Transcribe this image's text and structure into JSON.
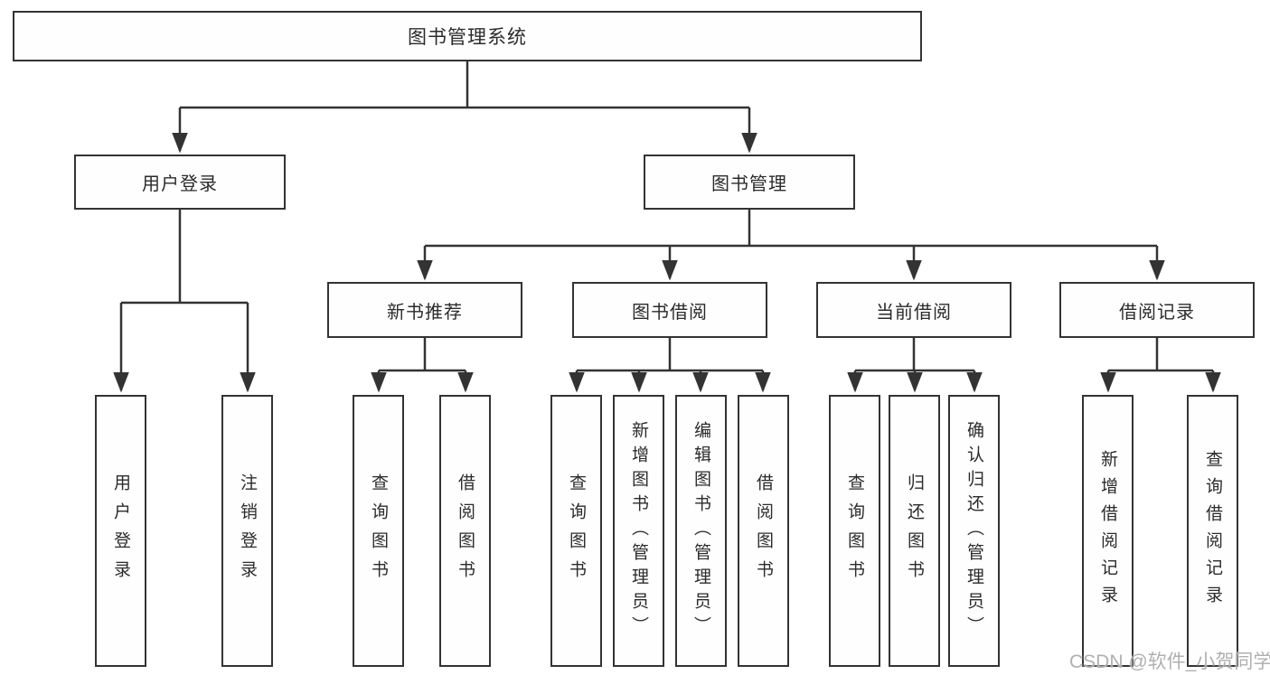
{
  "tree": {
    "label": "图书管理系统",
    "children": [
      {
        "label": "用户登录",
        "children": [
          {
            "label": "用户登录"
          },
          {
            "label": "注销登录"
          }
        ]
      },
      {
        "label": "图书管理",
        "children": [
          {
            "label": "新书推荐",
            "children": [
              {
                "label": "查询图书"
              },
              {
                "label": "借阅图书"
              }
            ]
          },
          {
            "label": "图书借阅",
            "children": [
              {
                "label": "查询图书"
              },
              {
                "label": "新增图书（管理员）"
              },
              {
                "label": "编辑图书（管理员）"
              },
              {
                "label": "借阅图书"
              }
            ]
          },
          {
            "label": "当前借阅",
            "children": [
              {
                "label": "查询图书"
              },
              {
                "label": "归还图书"
              },
              {
                "label": "确认归还（管理员）"
              }
            ]
          },
          {
            "label": "借阅记录",
            "children": [
              {
                "label": "新增借阅记录"
              },
              {
                "label": "查询借阅记录"
              }
            ]
          }
        ]
      }
    ]
  },
  "watermark": "CSDN @软件_小贺同学",
  "colors": {
    "line": "#333333",
    "box_border": "#333333",
    "text": "#2b2b2b",
    "watermark": "#acacac",
    "background": "#ffffff"
  }
}
